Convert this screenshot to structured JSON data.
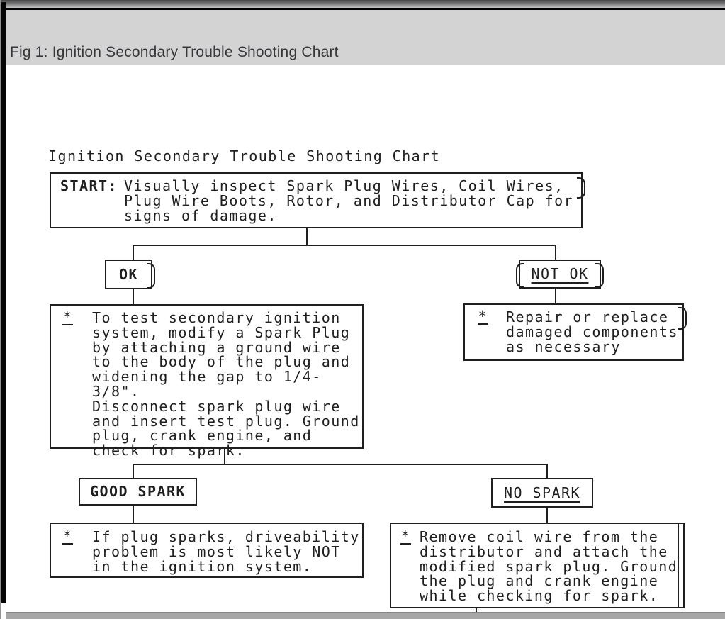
{
  "window": {
    "caption": "Fig 1: Ignition Secondary Trouble Shooting Chart"
  },
  "flowchart": {
    "title": "Ignition Secondary Trouble Shooting Chart",
    "bullet": "*",
    "start_box": {
      "label": "START:",
      "line1": "Visually inspect Spark Plug Wires, Coil Wires,",
      "line2": "Plug Wire Boots, Rotor, and Distributor Cap for",
      "line3": "signs of damage."
    },
    "ok_label": "OK",
    "not_ok_label": "NOT OK",
    "ok_action": {
      "lines": [
        "To test secondary ignition",
        "system, modify a Spark Plug",
        "by attaching a ground wire",
        "to the body of the plug and",
        "widening the gap to 1/4-3/8\".",
        "Disconnect spark plug wire",
        "and insert test plug. Ground",
        "plug, crank engine, and",
        "check for spark."
      ]
    },
    "not_ok_action": {
      "lines": [
        "Repair or replace",
        "damaged components",
        "as necessary"
      ]
    },
    "good_spark_label": "GOOD SPARK",
    "no_spark_label": "NO SPARK",
    "good_spark_action": {
      "lines": [
        "If plug sparks, driveability",
        "problem is most likely NOT",
        "in the ignition system."
      ]
    },
    "no_spark_action": {
      "lines": [
        "Remove coil wire from the",
        "distributor and attach the",
        "modified spark plug. Ground",
        "the plug and crank engine",
        "while checking for spark."
      ]
    }
  }
}
